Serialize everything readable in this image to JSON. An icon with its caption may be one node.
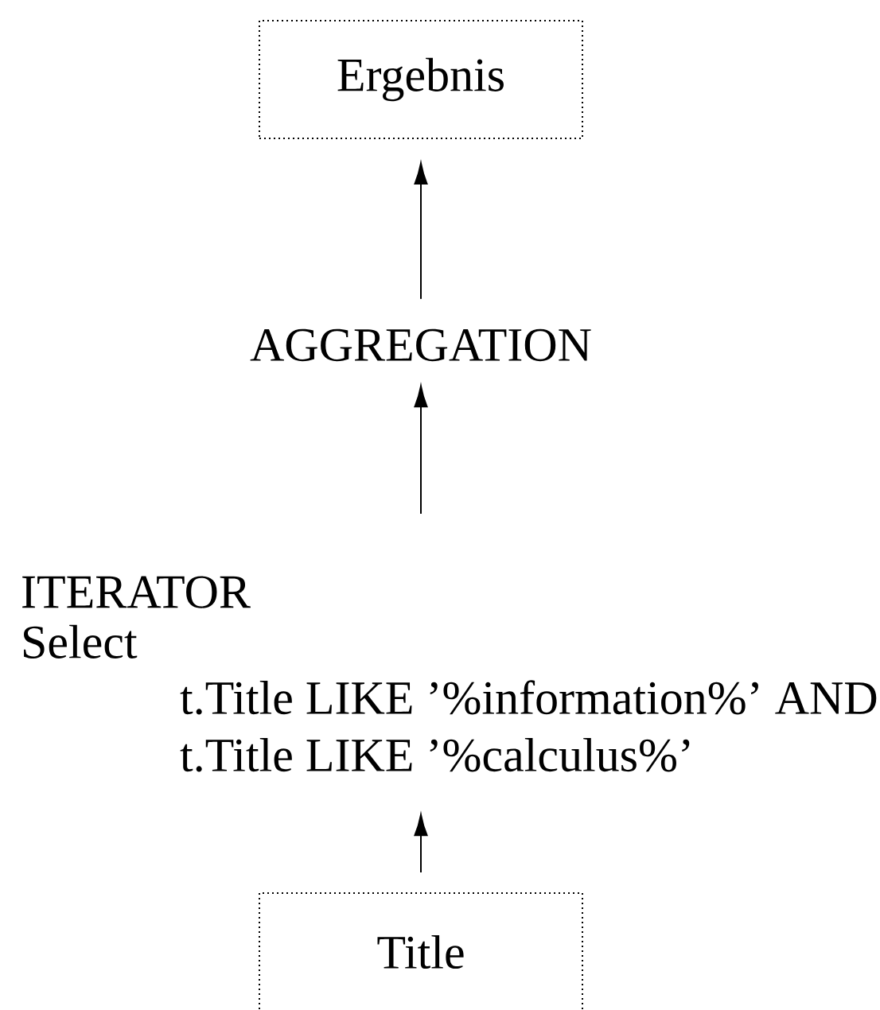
{
  "diagram": {
    "nodes": [
      {
        "text": [
          "Ergebnis"
        ]
      },
      {
        "text": [
          "AGGREGATION"
        ]
      },
      {
        "text": [
          "ITERATOR",
          "Select",
          "t.Title LIKE ’%information%’ AND t.Title LIKE ’%calculus%’"
        ]
      },
      {
        "text": [
          "Title"
        ]
      }
    ],
    "edges": [
      {
        "from": 1,
        "to": 0,
        "arrow": "to"
      },
      {
        "from": 2,
        "to": 1,
        "arrow": "to"
      },
      {
        "from": 3,
        "to": 2,
        "arrow": "to"
      }
    ]
  }
}
